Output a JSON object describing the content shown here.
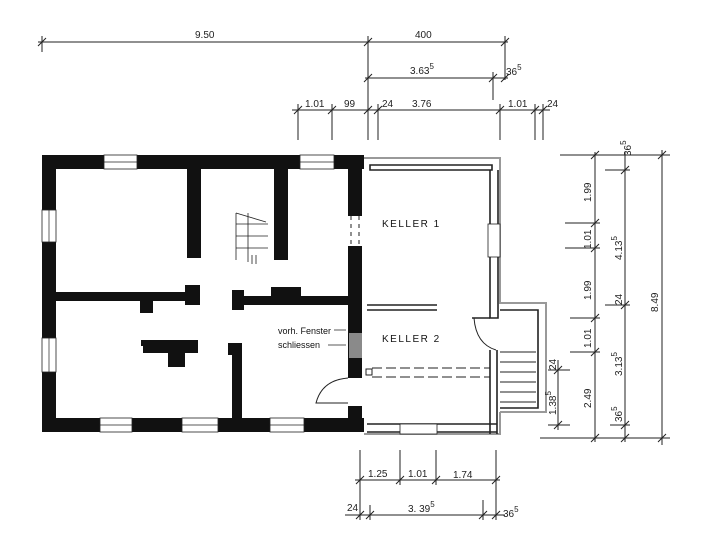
{
  "rooms": {
    "keller1": "KELLER  1",
    "keller2": "KELLER  2"
  },
  "note": {
    "line1": "vorh. Fenster",
    "line2": "schliessen"
  },
  "colors": {
    "wall": "#111111",
    "closed_window": "#8a8a8a",
    "extension_outline": "#999999"
  },
  "dimensions": {
    "top_overall": [
      {
        "base": "9.50",
        "sup": ""
      },
      {
        "base": "400",
        "sup": ""
      }
    ],
    "top_extension": [
      {
        "base": "3.63",
        "sup": "5"
      },
      {
        "base": "36",
        "sup": "5"
      }
    ],
    "top_detail": [
      {
        "base": "1.01",
        "sup": ""
      },
      {
        "base": "99",
        "sup": ""
      },
      {
        "base": "24",
        "sup": ""
      },
      {
        "base": "3.76",
        "sup": ""
      },
      {
        "base": "1.01",
        "sup": ""
      },
      {
        "base": "24",
        "sup": ""
      }
    ],
    "right_detail": [
      {
        "base": "1.99",
        "sup": ""
      },
      {
        "base": "1.01",
        "sup": ""
      },
      {
        "base": "1.99",
        "sup": ""
      },
      {
        "base": "1.01",
        "sup": ""
      },
      {
        "base": "2.49",
        "sup": ""
      }
    ],
    "right_middle": [
      {
        "base": "36",
        "sup": "5"
      },
      {
        "base": "4.13",
        "sup": "5"
      },
      {
        "base": "24",
        "sup": ""
      },
      {
        "base": "3.13",
        "sup": "5"
      },
      {
        "base": "36",
        "sup": "5"
      }
    ],
    "right_overall": [
      {
        "base": "8.49",
        "sup": ""
      }
    ],
    "stair": [
      {
        "base": "24",
        "sup": ""
      },
      {
        "base": "1.38",
        "sup": "5"
      }
    ],
    "bottom_detail": [
      {
        "base": "1.25",
        "sup": ""
      },
      {
        "base": "1.01",
        "sup": ""
      },
      {
        "base": "1.74",
        "sup": ""
      }
    ],
    "bottom_overall": [
      {
        "base": "24",
        "sup": ""
      },
      {
        "base": "3. 39",
        "sup": "5"
      },
      {
        "base": "36",
        "sup": "5"
      }
    ]
  }
}
